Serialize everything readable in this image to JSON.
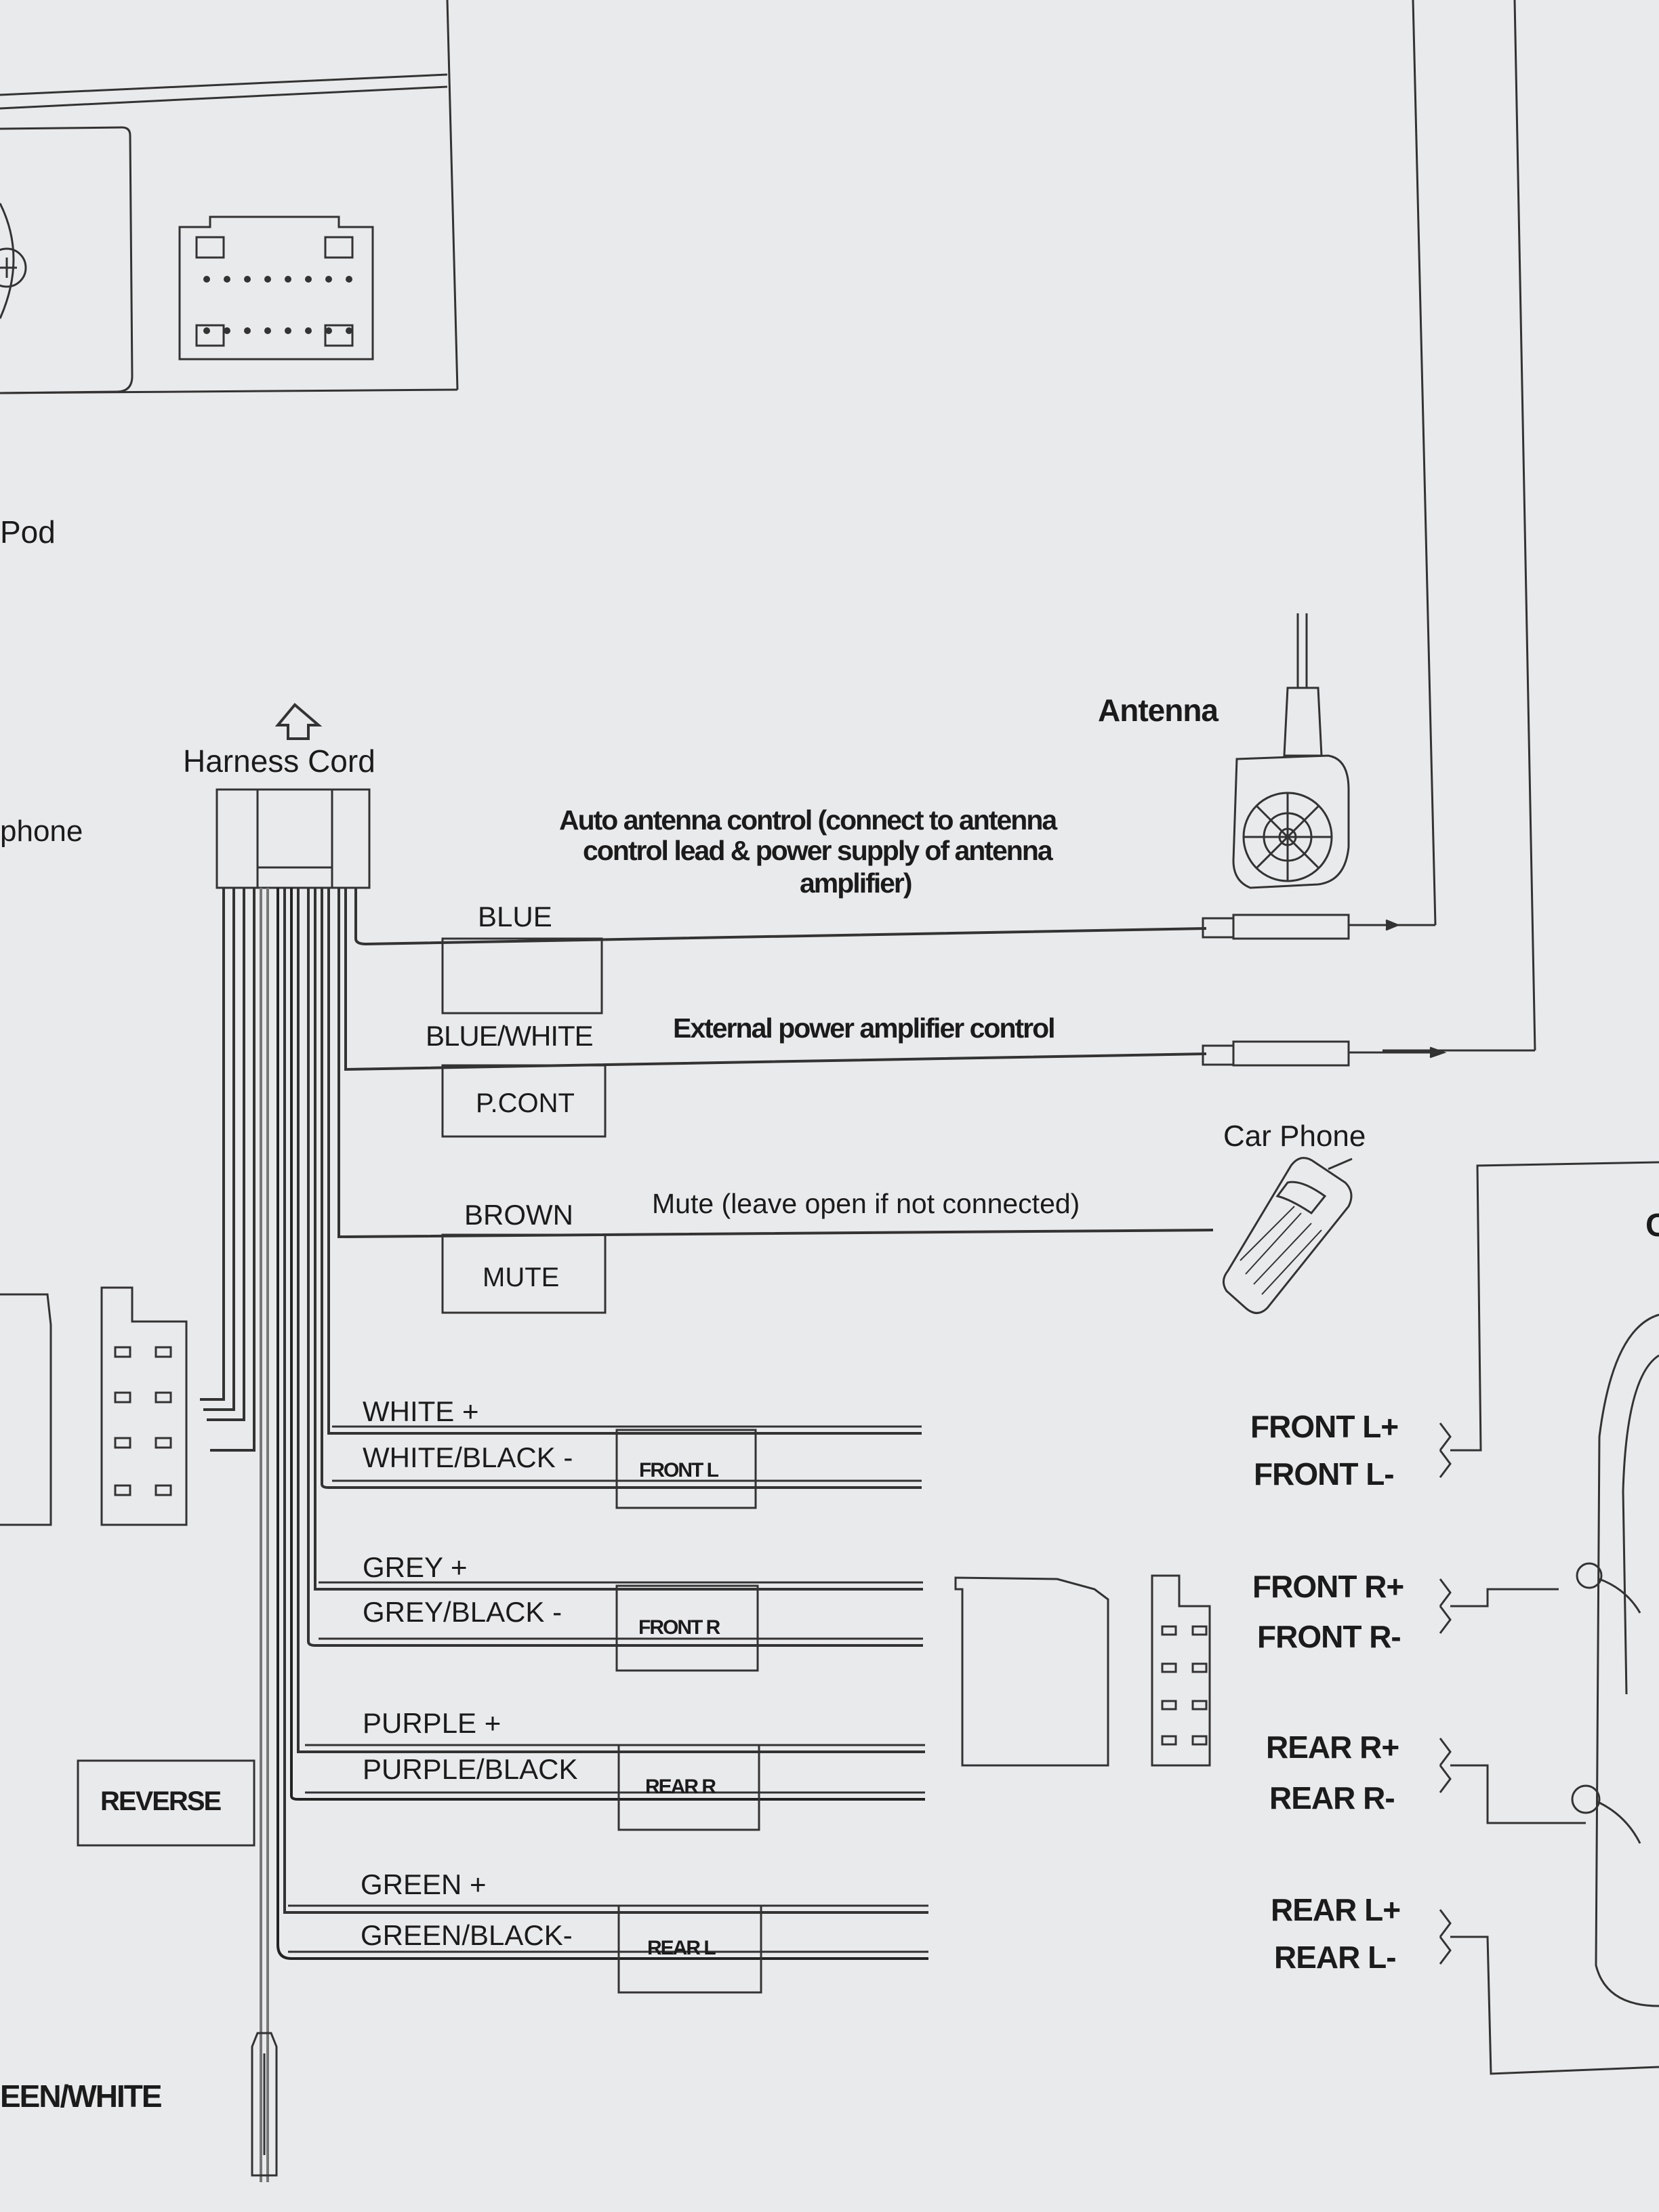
{
  "side_text": {
    "ipod_fragment": "Pod",
    "phone_fragment": "phone",
    "green_white_fragment": "EEN/WHITE"
  },
  "harness": {
    "title": "Harness Cord"
  },
  "antenna": {
    "title": "Antenna",
    "control_note_line1": "Auto antenna control (connect to antenna",
    "control_note_line2": "control lead & power supply of antenna",
    "control_note_line3": "amplifier)"
  },
  "wires": {
    "blue": {
      "color_label": "BLUE",
      "box_label": ""
    },
    "blue_white": {
      "color_label": "BLUE/WHITE",
      "box_label": "P.CONT",
      "note": "External power amplifier control"
    },
    "brown": {
      "color_label": "BROWN",
      "box_label": "MUTE",
      "note": "Mute (leave open if not connected)"
    }
  },
  "car_phone": {
    "title": "Car Phone"
  },
  "speakers": [
    {
      "pos_label": "WHITE +",
      "neg_label": "WHITE/BLACK -",
      "box": "FRONT L",
      "out_pos": "FRONT L+",
      "out_neg": "FRONT L-"
    },
    {
      "pos_label": "GREY +",
      "neg_label": "GREY/BLACK -",
      "box": "FRONT R",
      "out_pos": "FRONT R+",
      "out_neg": "FRONT R-"
    },
    {
      "pos_label": "PURPLE +",
      "neg_label": "PURPLE/BLACK",
      "box": "REAR R",
      "out_pos": "REAR R+",
      "out_neg": "REAR R-"
    },
    {
      "pos_label": "GREEN +",
      "neg_label": "GREEN/BLACK-",
      "box": "REAR L",
      "out_pos": "REAR L+",
      "out_neg": "REAR L-"
    }
  ],
  "reverse": {
    "label": "REVERSE"
  },
  "car_fragment": {
    "label": "C"
  }
}
